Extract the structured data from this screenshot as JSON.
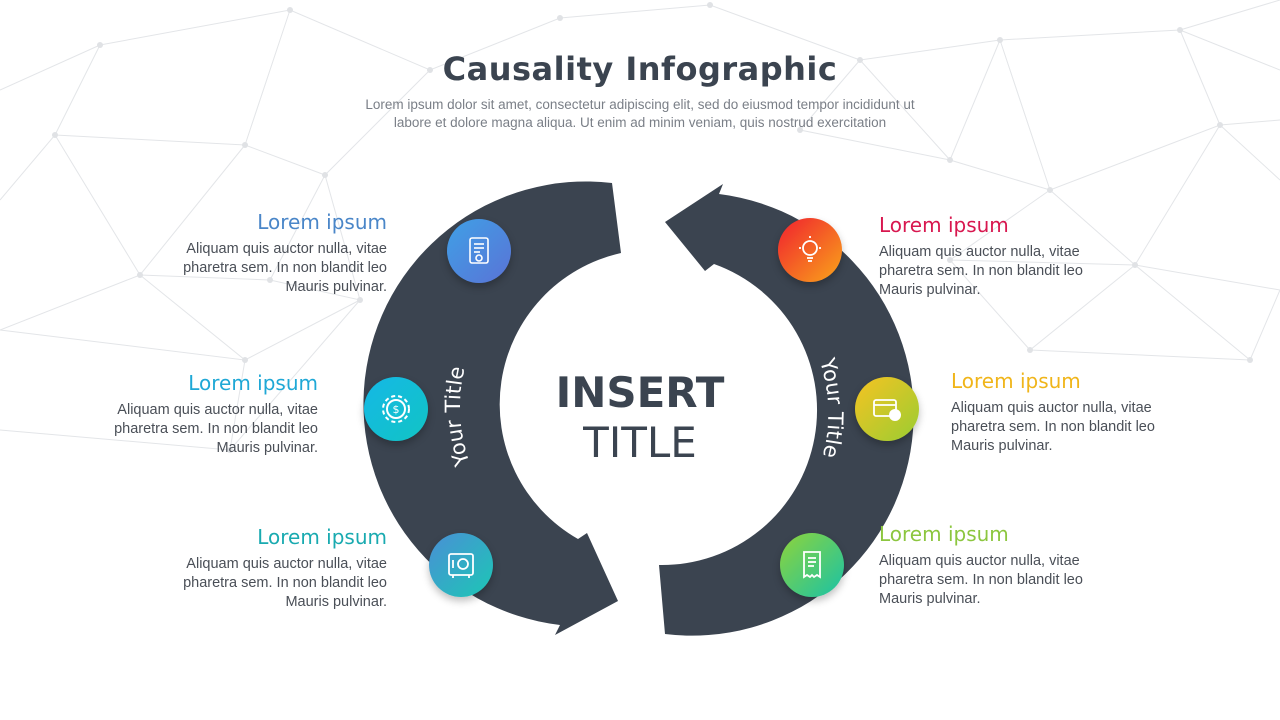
{
  "title": "Causality Infographic",
  "subtitle": "Lorem ipsum dolor sit amet, consectetur adipiscing elit, sed do eiusmod tempor incididunt ut labore et dolore magna aliqua. Ut enim ad minim veniam, quis nostrud exercitation",
  "center": {
    "line1": "INSERT",
    "line2": "TITLE"
  },
  "arrows": {
    "left_label": "Your Title",
    "right_label": "Your Title",
    "color": "#3b4450"
  },
  "items": [
    {
      "heading": "Lorem ipsum",
      "body": "Aliquam quis auctor nulla, vitae pharetra sem. In non blandit leo Mauris pulvinar.",
      "color": "#4a86c8",
      "icon": "document-dollar-icon",
      "grad": [
        "#3fa0e6",
        "#5a73d6"
      ]
    },
    {
      "heading": "Lorem ipsum",
      "body": "Aliquam quis auctor nulla, vitae pharetra sem. In non blandit leo Mauris pulvinar.",
      "color": "#1fa8d6",
      "icon": "gear-dollar-icon",
      "grad": [
        "#15b8e6",
        "#11c4c4"
      ]
    },
    {
      "heading": "Lorem ipsum",
      "body": "Aliquam quis auctor nulla, vitae pharetra sem. In non blandit leo Mauris pulvinar.",
      "color": "#19aab0",
      "icon": "safe-icon",
      "grad": [
        "#4a8fd6",
        "#1cc7b5"
      ]
    },
    {
      "heading": "Lorem ipsum",
      "body": "Aliquam quis auctor nulla, vitae pharetra sem. In non blandit leo Mauris pulvinar.",
      "color": "#d8174f",
      "icon": "lightbulb-icon",
      "grad": [
        "#f0202f",
        "#f9a51a"
      ]
    },
    {
      "heading": "Lorem ipsum",
      "body": "Aliquam quis auctor nulla, vitae pharetra sem. In non blandit leo Mauris pulvinar.",
      "color": "#f0b51a",
      "icon": "credit-card-icon",
      "grad": [
        "#f6c322",
        "#9acd32"
      ]
    },
    {
      "heading": "Lorem ipsum",
      "body": "Aliquam quis auctor nulla, vitae pharetra sem. In non blandit leo Mauris pulvinar.",
      "color": "#8cc63f",
      "icon": "receipt-icon",
      "grad": [
        "#8fd43a",
        "#19c2a6"
      ]
    }
  ]
}
